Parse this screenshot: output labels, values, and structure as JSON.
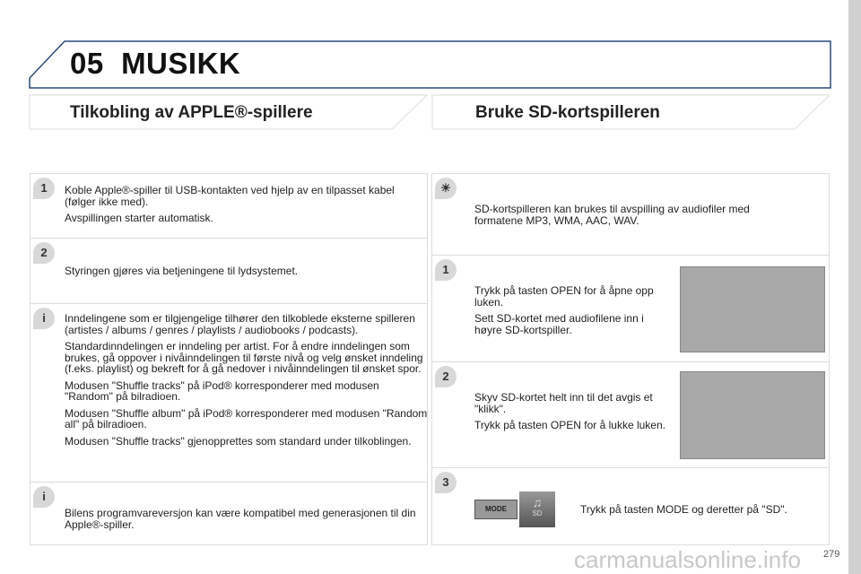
{
  "header": {
    "chapter": "05",
    "title": "MUSIKK"
  },
  "left": {
    "heading": "Tilkobling av APPLE®-spillere",
    "steps": [
      {
        "badge": "1",
        "paras": [
          "Koble Apple®-spiller til USB-kontakten ved hjelp av en tilpasset kabel (følger ikke med).",
          "Avspillingen starter automatisk."
        ]
      },
      {
        "badge": "2",
        "paras": [
          "Styringen gjøres via betjeningene til lydsystemet."
        ]
      },
      {
        "badge": "i",
        "paras": [
          "Inndelingene som er tilgjengelige tilhører den tilkoblede eksterne spilleren (artistes / albums / genres / playlists / audiobooks / podcasts).",
          "Standardinndelingen er inndeling per artist. For å endre inndelingen som brukes, gå oppover i nivåinndelingen til første nivå og velg ønsket inndeling (f.eks. playlist) og bekreft for å gå nedover i nivåinndelingen til ønsket spor.",
          "Modusen \"Shuffle tracks\" på iPod® korresponderer med modusen \"Random\" på bilradioen.",
          "Modusen \"Shuffle album\" på iPod® korresponderer med modusen \"Random all\" på bilradioen.",
          "Modusen \"Shuffle tracks\" gjenopprettes som standard under tilkoblingen."
        ]
      },
      {
        "badge": "i",
        "paras": [
          "Bilens programvareversjon kan være kompatibel med generasjonen til din Apple®-spiller."
        ]
      }
    ]
  },
  "right": {
    "heading": "Bruke SD-kortspilleren",
    "steps": [
      {
        "badge": "☀",
        "paras": [
          "SD-kortspilleren kan brukes til avspilling av audiofiler med formatene MP3, WMA, AAC, WAV."
        ]
      },
      {
        "badge": "1",
        "paras": [
          "Trykk på tasten OPEN for å åpne opp luken.",
          "Sett SD-kortet med audiofilene inn i høyre SD-kortspiller."
        ]
      },
      {
        "badge": "2",
        "paras": [
          "Skyv SD-kortet helt inn til det avgis et \"klikk\".",
          "Trykk på tasten OPEN for å lukke luken."
        ]
      },
      {
        "badge": "3",
        "paras": [
          "Trykk på tasten MODE og deretter på \"SD\"."
        ]
      }
    ],
    "mode_button": "MODE",
    "sd_button": "SD"
  },
  "page_number": "279",
  "watermark": "carmanualsonline.info"
}
